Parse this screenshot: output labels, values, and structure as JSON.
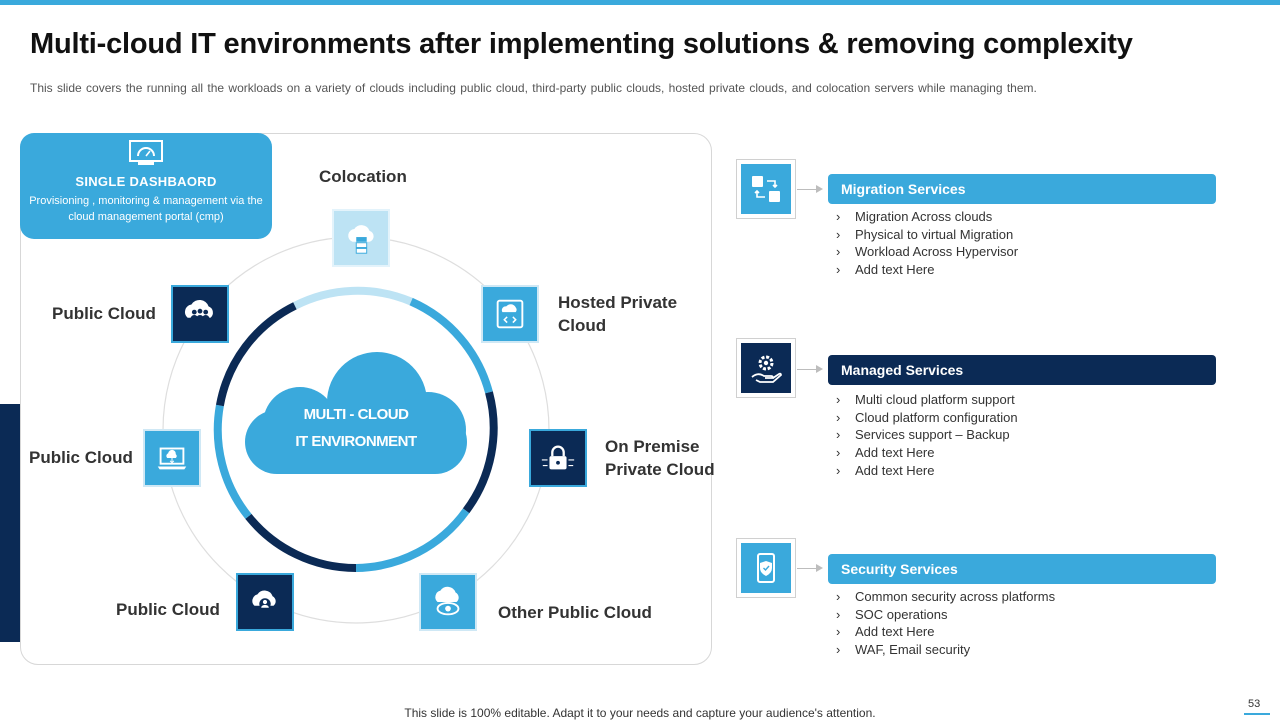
{
  "slide": {
    "title": "Multi-cloud IT environments after implementing solutions & removing complexity",
    "subtitle": "This slide covers the running all the workloads on a variety of clouds including public cloud, third-party public clouds, hosted private clouds, and colocation servers while managing them.",
    "footer": "This slide is 100% editable. Adapt it to your needs and capture your audience's attention.",
    "page_number": "53"
  },
  "dashboard": {
    "icon": "dashboard-monitor-icon",
    "title": "SINGLE DASHBAORD",
    "description": "Provisioning , monitoring & management via the cloud management portal (cmp)"
  },
  "center": {
    "line1": "MULTI - CLOUD",
    "line2": "IT ENVIRONMENT"
  },
  "nodes": [
    {
      "label": "Colocation",
      "icon": "cloud-server-icon"
    },
    {
      "label": "Hosted Private\nCloud",
      "icon": "cloud-code-icon"
    },
    {
      "label": "On Premise\nPrivate Cloud",
      "icon": "lock-network-icon"
    },
    {
      "label": "Other Public Cloud",
      "icon": "cloud-eye-icon"
    },
    {
      "label": "Public Cloud",
      "icon": "cloud-user-icon"
    },
    {
      "label": "Public Cloud",
      "icon": "laptop-cloud-icon"
    },
    {
      "label": "Public Cloud",
      "icon": "cloud-people-icon"
    }
  ],
  "services": [
    {
      "title": "Migration Services",
      "icon": "migration-transfer-icon",
      "items": [
        "Migration Across clouds",
        "Physical to virtual Migration",
        "Workload Across Hypervisor",
        "Add text Here"
      ]
    },
    {
      "title": "Managed Services",
      "icon": "hand-gear-icon",
      "items": [
        "Multi cloud platform support",
        "Cloud platform configuration",
        "Services support – Backup",
        "Add text Here",
        "Add text Here"
      ]
    },
    {
      "title": "Security Services",
      "icon": "mobile-shield-icon",
      "items": [
        "Common security across platforms",
        "SOC operations",
        "Add text Here",
        "WAF, Email security"
      ]
    }
  ],
  "colors": {
    "light_blue": "#3aa9dc",
    "navy": "#0b2a55",
    "pale_blue": "#bde3f4"
  }
}
